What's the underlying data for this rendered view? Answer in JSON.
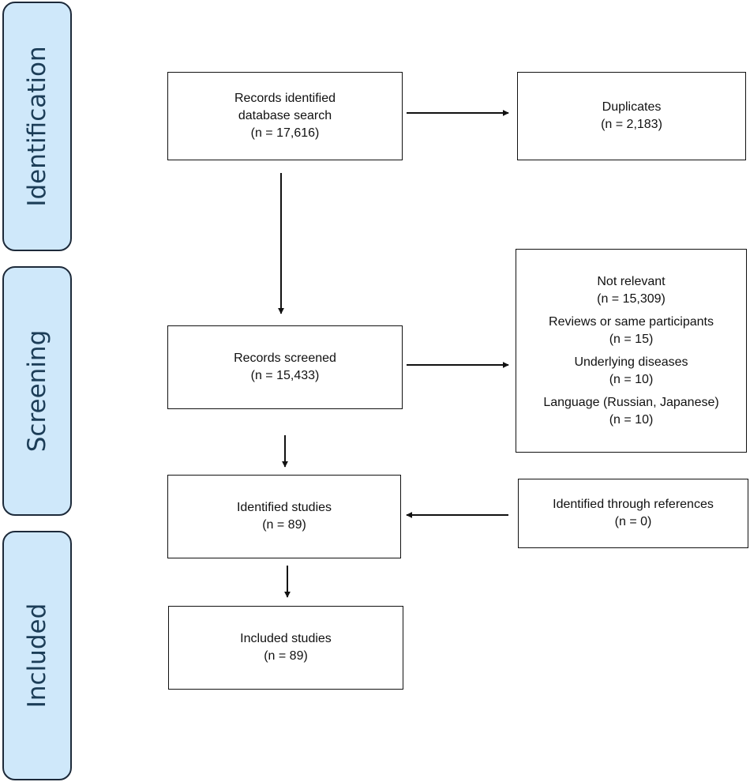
{
  "stages": {
    "identification": "Identification",
    "screening": "Screening",
    "included": "Included"
  },
  "boxes": {
    "records_identified": {
      "line1": "Records identified",
      "line2": "database search",
      "count": "(n = 17,616)"
    },
    "duplicates": {
      "label": "Duplicates",
      "count": "(n = 2,183)"
    },
    "records_screened": {
      "label": "Records screened",
      "count": "(n = 15,433)"
    },
    "exclusions": {
      "items": [
        {
          "label": "Not relevant",
          "count": "(n = 15,309)"
        },
        {
          "label": "Reviews or same participants",
          "count": "(n = 15)"
        },
        {
          "label": "Underlying diseases",
          "count": "(n = 10)"
        },
        {
          "label": "Language (Russian, Japanese)",
          "count": "(n = 10)"
        }
      ]
    },
    "identified_studies": {
      "label": "Identified studies",
      "count": "(n = 89)"
    },
    "references": {
      "label": "Identified through references",
      "count": "(n = 0)"
    },
    "included_studies": {
      "label": "Included studies",
      "count": "(n = 89)"
    }
  },
  "colors": {
    "stage_fill": "#cfe8fa",
    "stage_border": "#1d2a3a",
    "stage_text": "#1c3d57"
  }
}
